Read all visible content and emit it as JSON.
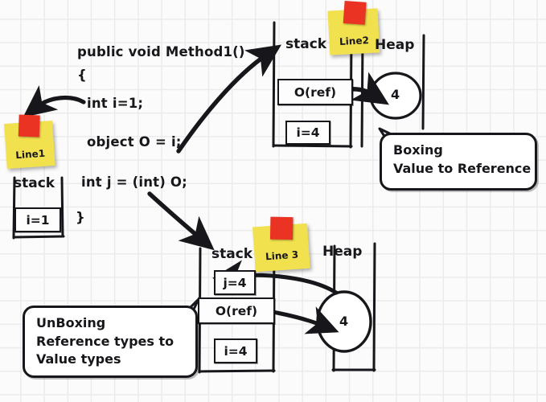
{
  "diagram": {
    "title": "Boxing and UnBoxing memory diagram",
    "colors": {
      "ink": "#17171b",
      "sticky_paper": "#f2e14e",
      "sticky_tab": "#ea3323",
      "background": "#fbfbfb",
      "grid_line": "#ebebeb"
    }
  },
  "code": {
    "lines": [
      "public void Method1()",
      "{",
      "int i=1;",
      "object O = i;",
      "int j = (int) O;",
      "}"
    ]
  },
  "frames": {
    "line1": {
      "sticky_label": "Line1",
      "stack_label": "stack",
      "slots": [
        "i=1"
      ]
    },
    "line2": {
      "sticky_label": "Line2",
      "stack_label": "stack",
      "heap_label": "Heap",
      "slots": [
        "O(ref)",
        "i=4"
      ],
      "heap_value": "4"
    },
    "line3": {
      "sticky_label": "Line 3",
      "stack_label": "stack",
      "heap_label": "Heap",
      "slots": [
        "j=4",
        "O(ref)",
        "i=4"
      ],
      "heap_value": "4"
    }
  },
  "callouts": {
    "boxing": {
      "lines": [
        "Boxing",
        "Value to Reference"
      ]
    },
    "unboxing": {
      "lines": [
        "UnBoxing",
        "Reference types to",
        "Value types"
      ]
    }
  }
}
